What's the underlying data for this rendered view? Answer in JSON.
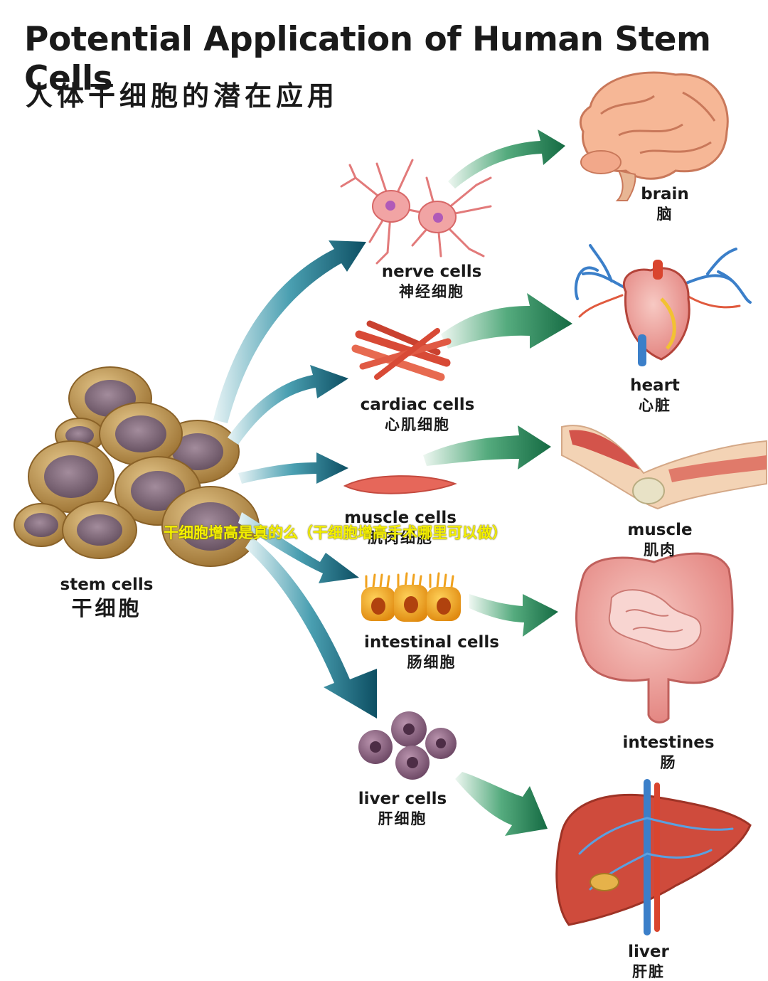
{
  "header": {
    "title": "Potential Application of Human Stem Cells",
    "subtitle": "人体干细胞的潜在应用"
  },
  "source": {
    "en": "stem cells",
    "zh": "干细胞"
  },
  "cells": [
    {
      "en": "nerve cells",
      "zh": "神经细胞"
    },
    {
      "en": "cardiac cells",
      "zh": "心肌细胞"
    },
    {
      "en": "muscle cells",
      "zh": "肌肉细胞"
    },
    {
      "en": "intestinal cells",
      "zh": "肠细胞"
    },
    {
      "en": "liver cells",
      "zh": "肝细胞"
    }
  ],
  "organs": [
    {
      "en": "brain",
      "zh": "脑"
    },
    {
      "en": "heart",
      "zh": "心脏"
    },
    {
      "en": "muscle",
      "zh": "肌肉"
    },
    {
      "en": "intestines",
      "zh": "肠"
    },
    {
      "en": "liver",
      "zh": "肝脏"
    }
  ],
  "overlay_text": "干细胞增高是真的么（干细胞增高手术哪里可以做）",
  "colors": {
    "arrow_teal": "#0f5e73",
    "arrow_green": "#1f7a4e",
    "overlay_yellow": "#f4f000"
  }
}
